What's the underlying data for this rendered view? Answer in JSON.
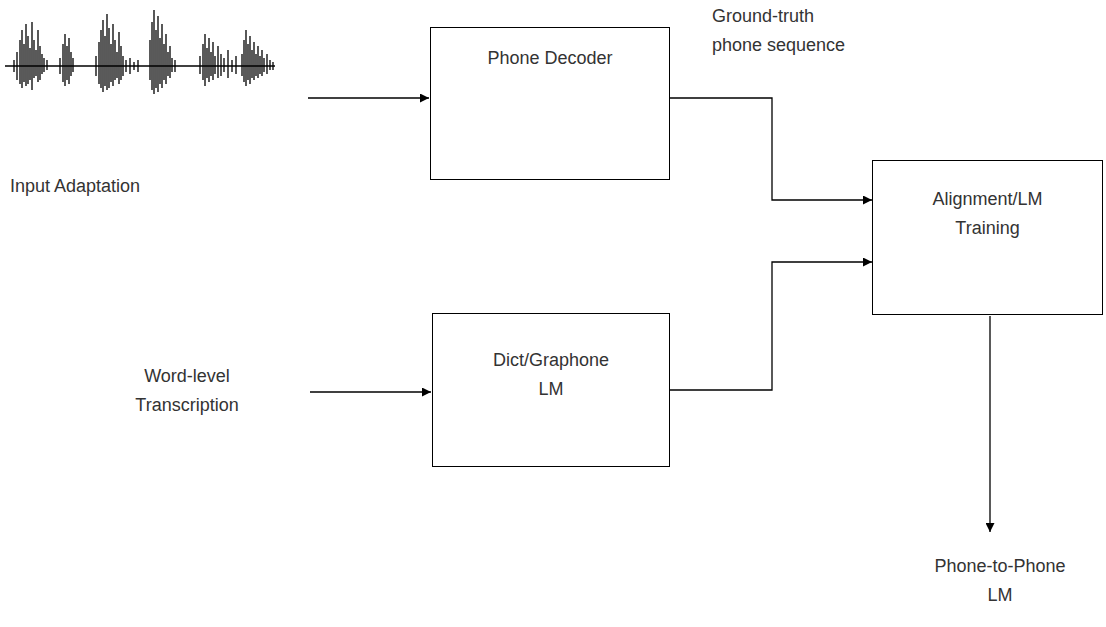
{
  "diagram": {
    "nodes": [
      {
        "text": [
          "Phone Decoder"
        ]
      },
      {
        "text": [
          "Dict/Graphone LM"
        ]
      },
      {
        "text": [
          "Alignment/LM Training"
        ]
      }
    ],
    "edges": [
      {
        "from": 0,
        "to": 2,
        "arrow": "to",
        "label": "Ground-truth phone sequence"
      },
      {
        "from": 1,
        "to": 2,
        "arrow": "to"
      }
    ],
    "labels": [
      "Input Adaptation",
      "Word-level Transcription",
      "Phone-to-Phone LM"
    ]
  }
}
